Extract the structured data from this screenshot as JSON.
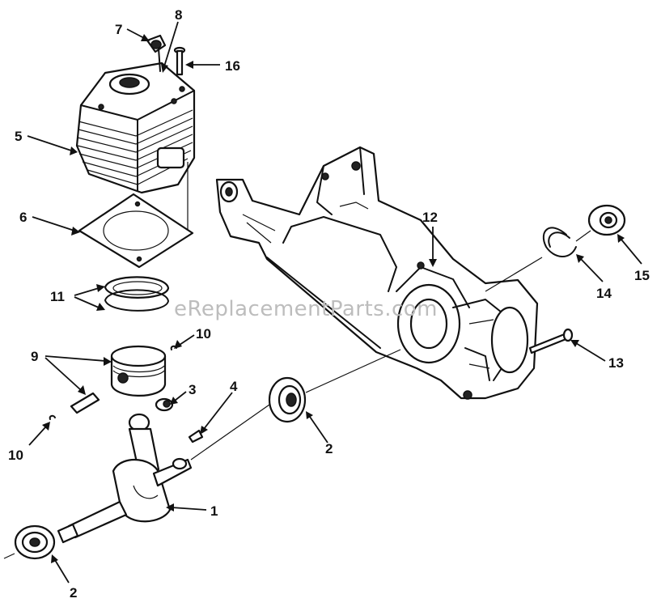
{
  "watermark": "eReplacementParts.com",
  "callouts": {
    "c1": "1",
    "c2a": "2",
    "c2b": "2",
    "c3": "3",
    "c4": "4",
    "c5": "5",
    "c6": "6",
    "c7": "7",
    "c8": "8",
    "c9": "9",
    "c10a": "10",
    "c10b": "10",
    "c11": "11",
    "c12": "12",
    "c13": "13",
    "c14": "14",
    "c15": "15",
    "c16": "16"
  }
}
